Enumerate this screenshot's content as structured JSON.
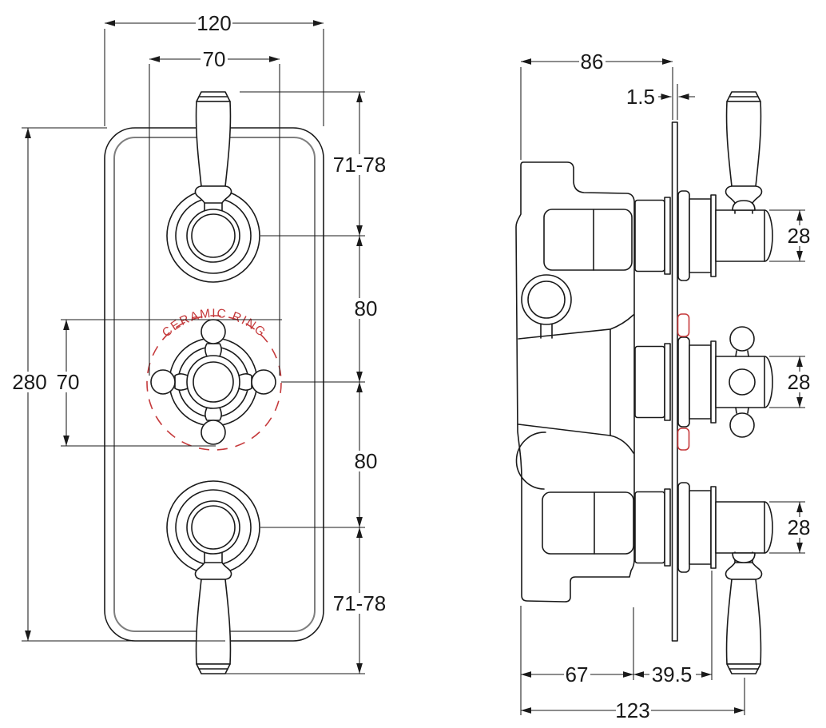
{
  "drawing": {
    "kind": "technical-dimension-drawing",
    "subject": "triple-concealed-shower-valve",
    "views": {
      "left": "front elevation",
      "right": "side elevation"
    }
  },
  "colors": {
    "line": "#1a1a1a",
    "secondary_line": "#7e7e7e",
    "accent_red": "#c5393b",
    "background": "#ffffff"
  },
  "front_view": {
    "dims": {
      "plate_width": "120",
      "handle_span_width": "70",
      "plate_height": "280",
      "cross_handle_span": "70",
      "top_handle_projection": "71-78",
      "upper_valve_spacing": "80",
      "lower_valve_spacing": "80",
      "bottom_handle_projection": "71-78"
    },
    "labels": {
      "ceramic_ring": "CERAMIC RING"
    }
  },
  "side_view": {
    "dims": {
      "body_depth": "86",
      "plate_thickness": "1.5",
      "spindle_diameter_top": "28",
      "spindle_diameter_middle": "28",
      "spindle_diameter_bottom": "28",
      "body_recess_depth": "67",
      "plate_to_handle": "39.5",
      "overall_depth": "123"
    }
  }
}
